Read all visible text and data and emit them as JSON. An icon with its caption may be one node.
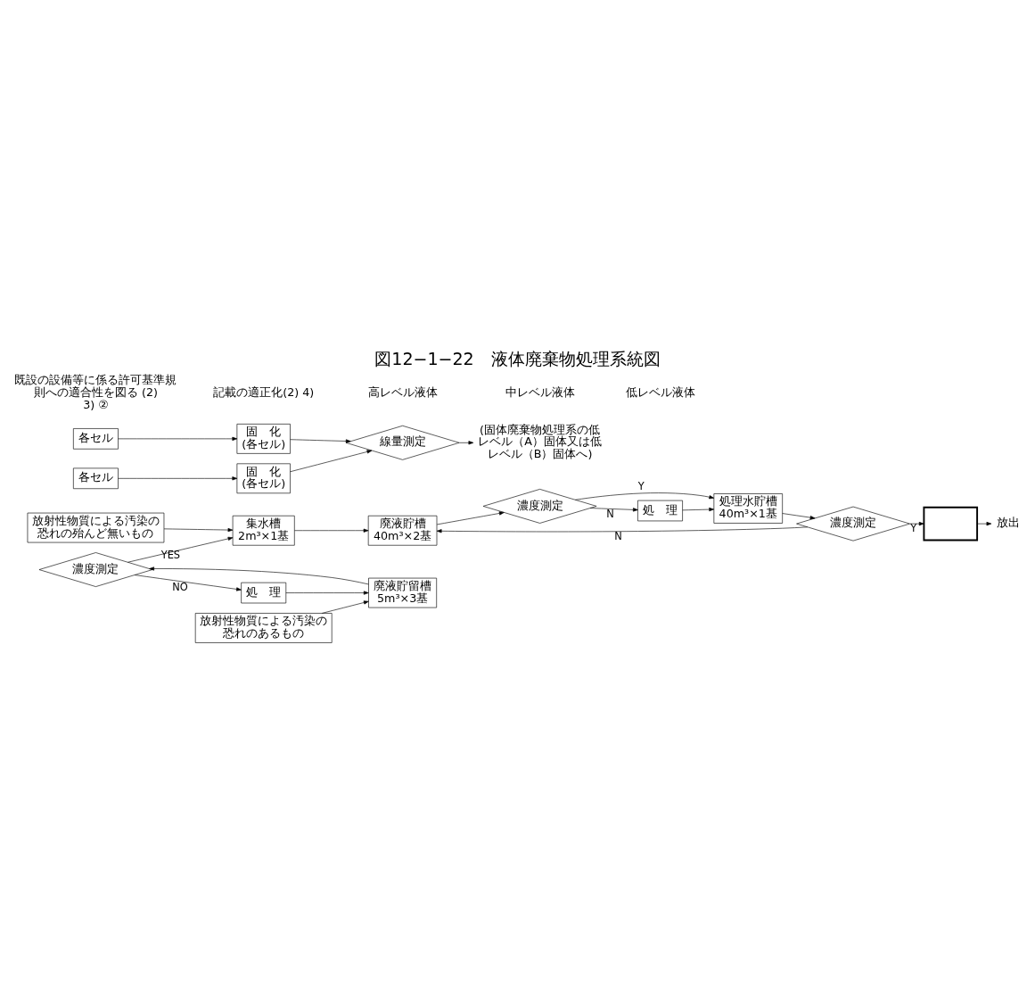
{
  "diagram": {
    "title": "図12−1−22　液体廃棄物処理系統図",
    "nodes": [
      {
        "text": [
          "放射性物質による汚染の恐れの殆んど無いもの"
        ]
      },
      {
        "text": [
          "集水槽",
          "2m³×1基"
        ]
      },
      {
        "text": [
          "廃液貯槽",
          "40m³×2基"
        ]
      },
      {
        "text": [
          "濃度測定"
        ]
      },
      {
        "text": [
          "処理水貯槽",
          "40m³×1基"
        ]
      },
      {
        "text": [
          "処　理"
        ]
      },
      {
        "text": [
          "濃度測定"
        ]
      },
      {
        "text": [],
        "shape": "box"
      },
      {
        "text": [
          "放出"
        ]
      },
      {
        "text": [
          "放射性物質による汚染の恐れのあるもの"
        ]
      },
      {
        "text": [
          "廃液貯留槽",
          "5m³×3基"
        ]
      },
      {
        "text": [
          "濃度測定"
        ]
      },
      {
        "text": [
          "処　理"
        ]
      },
      {
        "text": [
          "各セル"
        ]
      },
      {
        "text": [
          "固　化",
          "(各セル)"
        ]
      },
      {
        "text": [
          "各セル"
        ]
      },
      {
        "text": [
          "固　化",
          "(各セル)"
        ]
      },
      {
        "text": [
          "線量測定"
        ]
      },
      {
        "text": [
          "(固体廃棄物処理系の低レベル（A）固体又は低レベル（B）固体へ)"
        ]
      }
    ],
    "edges": [
      {
        "from": 0,
        "to": 1,
        "arrow": "to"
      },
      {
        "from": 1,
        "to": 2,
        "arrow": "to"
      },
      {
        "from": 2,
        "to": 3,
        "arrow": "to"
      },
      {
        "from": 3,
        "to": 4,
        "arrow": "to",
        "label": "Y"
      },
      {
        "from": 3,
        "to": 5,
        "arrow": "to",
        "label": "N"
      },
      {
        "from": 5,
        "to": 4,
        "arrow": "to"
      },
      {
        "from": 4,
        "to": 6,
        "arrow": "to"
      },
      {
        "from": 6,
        "to": 7,
        "arrow": "to",
        "label": "Y"
      },
      {
        "from": 6,
        "to": 2,
        "arrow": "to",
        "label": "N"
      },
      {
        "from": 7,
        "to": 8,
        "arrow": "to"
      },
      {
        "from": 9,
        "to": 10,
        "arrow": "to"
      },
      {
        "from": 10,
        "to": 11,
        "arrow": "to"
      },
      {
        "from": 11,
        "to": 1,
        "arrow": "to",
        "label": "YES"
      },
      {
        "from": 11,
        "to": 12,
        "arrow": "to",
        "label": "NO"
      },
      {
        "from": 12,
        "to": 10,
        "arrow": "to"
      },
      {
        "from": 13,
        "to": 14,
        "arrow": "to"
      },
      {
        "from": 15,
        "to": 16,
        "arrow": "to"
      },
      {
        "from": 14,
        "to": 17,
        "arrow": "to"
      },
      {
        "from": 16,
        "to": 17,
        "arrow": "to"
      },
      {
        "from": 17,
        "to": 18,
        "arrow": "to"
      }
    ],
    "labels": [
      "既設の設備等に係る許可基準規則への適合性を図る (2) 3) ②",
      "記載の適正化(2) 4)",
      "高レベル液体",
      "中レベル液体",
      "低レベル液体"
    ]
  }
}
